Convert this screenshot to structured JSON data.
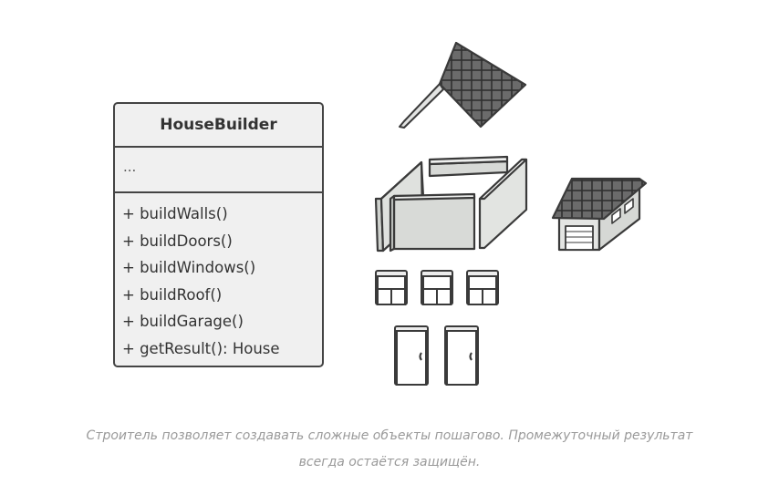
{
  "uml": {
    "class_name": "HouseBuilder",
    "fields": "...",
    "methods": [
      "+ buildWalls()",
      "+ buildDoors()",
      "+ buildWindows()",
      "+ buildRoof()",
      "+ buildGarage()",
      "+ getResult(): House"
    ]
  },
  "caption": {
    "line1": "Строитель позволяет создавать сложные объекты пошагово. Промежуточный результат",
    "line2": "всегда остаётся защищён."
  },
  "colors": {
    "stroke": "#444444",
    "fill_light": "#e6e7e6",
    "fill_mid": "#d9dbd8",
    "roof_tile": "#6a6a6a",
    "caption_text": "#9a9a9a"
  },
  "icons": [
    "roof-icon",
    "walls-icon",
    "garage-icon",
    "window-icon",
    "door-icon"
  ]
}
